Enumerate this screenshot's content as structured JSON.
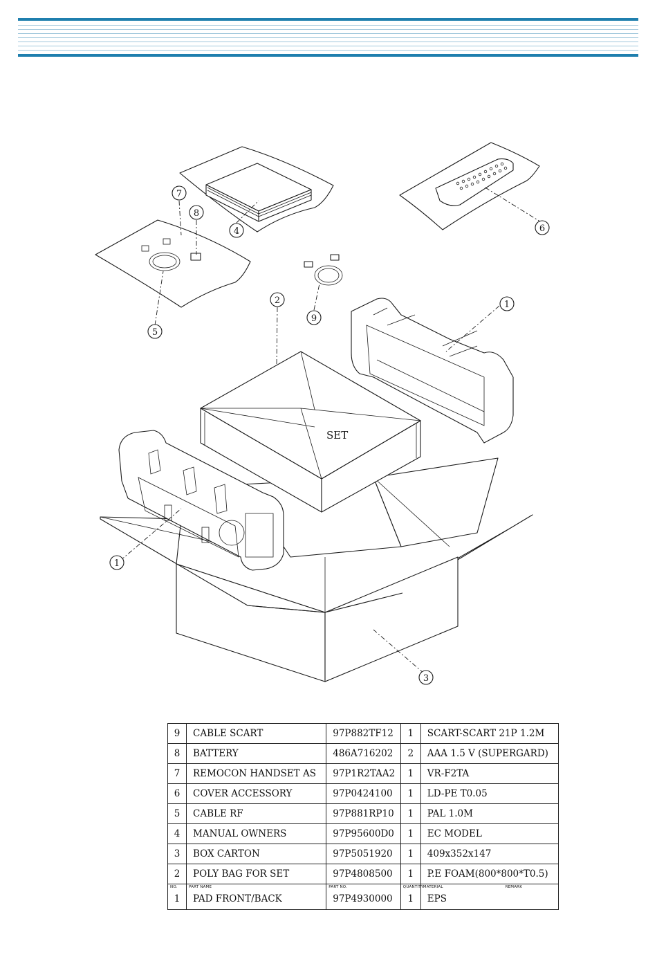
{
  "diagram": {
    "set_label": "SET",
    "callouts": [
      "1",
      "2",
      "3",
      "4",
      "5",
      "6",
      "7",
      "8",
      "9",
      "1"
    ]
  },
  "table": {
    "header": {
      "no": "NO.",
      "part_name": "PART NAME",
      "part_no": "PART NO.",
      "quantity": "QUANTITY",
      "material": "MATERIAL",
      "remark": "REMARK"
    },
    "rows": [
      {
        "no": "9",
        "name": "CABLE SCART",
        "part_no": "97P882TF12",
        "qty": "1",
        "material": "SCART-SCART 21P 1.2M"
      },
      {
        "no": "8",
        "name": "BATTERY",
        "part_no": "486A716202",
        "qty": "2",
        "material": "AAA 1.5 V (SUPERGARD)"
      },
      {
        "no": "7",
        "name": "REMOCON HANDSET AS",
        "part_no": "97P1R2TAA2",
        "qty": "1",
        "material": "VR-F2TA"
      },
      {
        "no": "6",
        "name": "COVER ACCESSORY",
        "part_no": "97P0424100",
        "qty": "1",
        "material": "LD-PE T0.05"
      },
      {
        "no": "5",
        "name": "CABLE RF",
        "part_no": "97P881RP10",
        "qty": "1",
        "material": "PAL 1.0M"
      },
      {
        "no": "4",
        "name": "MANUAL OWNERS",
        "part_no": "97P95600D0",
        "qty": "1",
        "material": "EC MODEL"
      },
      {
        "no": "3",
        "name": "BOX CARTON",
        "part_no": "97P5051920",
        "qty": "1",
        "material": "409x352x147"
      },
      {
        "no": "2",
        "name": "POLY BAG FOR SET",
        "part_no": "97P4808500",
        "qty": "1",
        "material": "P.E FOAM(800*800*T0.5)"
      },
      {
        "no": "1",
        "name": "PAD FRONT/BACK",
        "part_no": "97P4930000",
        "qty": "1",
        "material": "EPS"
      }
    ]
  }
}
